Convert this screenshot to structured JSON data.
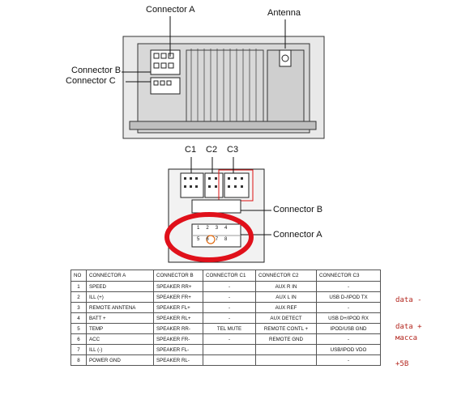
{
  "labels": {
    "connector_a_top": "Connector A",
    "antenna": "Antenna",
    "connector_b": "Connector B",
    "connector_c": "Connector C",
    "c1": "C1",
    "c2": "C2",
    "c3": "C3",
    "connector_b_right": "Connector B",
    "connector_a_right": "Connector A"
  },
  "conn_a_pins": {
    "top": [
      "1",
      "2",
      "3",
      "4"
    ],
    "bottom": [
      "5",
      "6",
      "7",
      "8"
    ]
  },
  "table": {
    "headers": [
      "NO",
      "CONNECTOR A",
      "CONNECTOR B",
      "CONNECTOR C1",
      "CONNECTOR C2",
      "CONNECTOR C3"
    ],
    "rows": [
      [
        "1",
        "SPEED",
        "SPEAKER RR+",
        "-",
        "AUX R IN",
        "-"
      ],
      [
        "2",
        "ILL (+)",
        "SPEAKER FR+",
        "-",
        "AUX L IN",
        "USB D-/IPOD TX"
      ],
      [
        "3",
        "REMOTE ANNTENA",
        "SPEAKER FL+",
        "-",
        "AUX REF",
        "-"
      ],
      [
        "4",
        "BATT +",
        "SPEAKER RL+",
        "-",
        "AUX DETECT",
        "USB D+/IPOD RX"
      ],
      [
        "5",
        "TEMP",
        "SPEAKER RR-",
        "TEL MUTE",
        "REMOTE CONTL +",
        "IPOD/USB GND"
      ],
      [
        "6",
        "ACC",
        "SPEAKER FR-",
        "-",
        "REMOTE GND",
        "-"
      ],
      [
        "7",
        "ILL (-)",
        "SPEAKER FL-",
        "",
        "",
        "USB/IPOD VDO"
      ],
      [
        "8",
        "POWER GND",
        "SPEAKER RL-",
        "",
        "",
        "-"
      ]
    ]
  },
  "notes": {
    "data_minus": "data -",
    "data_plus": "data +",
    "massa": "масса",
    "plus5v": "+5В"
  },
  "colors": {
    "ink": "#111111",
    "annotation_red": "#e0101a",
    "note_red": "#b3261e"
  }
}
